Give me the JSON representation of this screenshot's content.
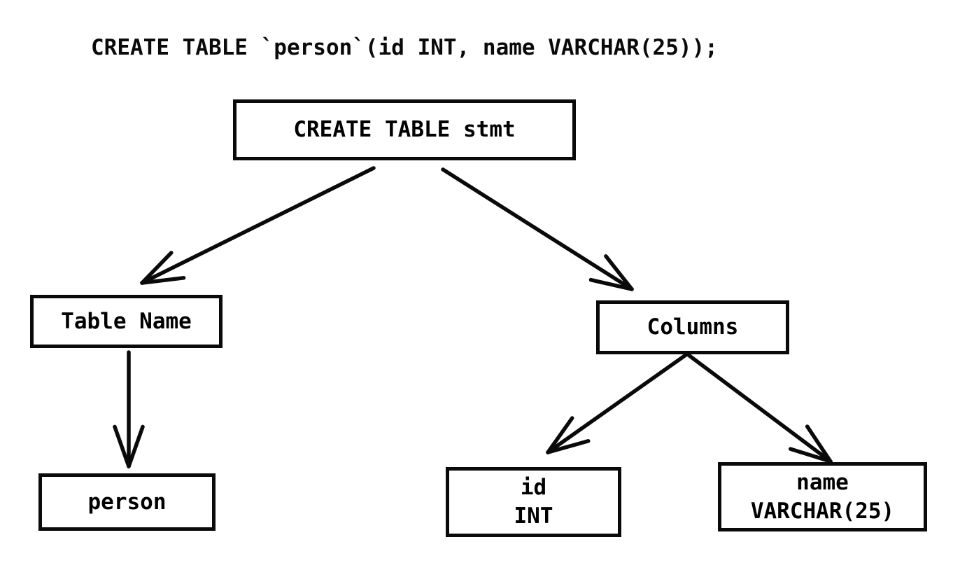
{
  "header": {
    "sql": "CREATE TABLE `person`(id INT, name VARCHAR(25));"
  },
  "diagram": {
    "background_color": "#ffffff",
    "line_color": "#0a0a0a",
    "nodes": {
      "stmt": {
        "label": "CREATE TABLE stmt"
      },
      "table_name": {
        "label": "Table Name"
      },
      "columns": {
        "label": "Columns"
      },
      "person": {
        "label": "person"
      },
      "id_int": {
        "line1": "id",
        "line2": "INT"
      },
      "name_varchar": {
        "line1": "name",
        "line2": "VARCHAR(25)"
      }
    },
    "edges": [
      {
        "from": "stmt",
        "to": "table_name"
      },
      {
        "from": "stmt",
        "to": "columns"
      },
      {
        "from": "table_name",
        "to": "person"
      },
      {
        "from": "columns",
        "to": "id_int"
      },
      {
        "from": "columns",
        "to": "name_varchar"
      }
    ]
  }
}
